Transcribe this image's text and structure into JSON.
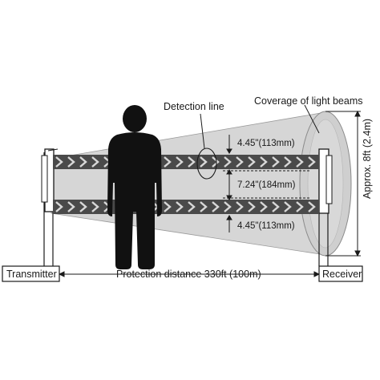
{
  "labels": {
    "detection_line": "Detection line",
    "coverage": "Coverage of light beams",
    "gap_top": "4.45\"(113mm)",
    "gap_middle": "7.24\"(184mm)",
    "gap_bottom": "4.45\"(113mm)",
    "height": "Approx. 8ft (2.4m)",
    "transmitter": "Transmitter",
    "receiver": "Receiver",
    "distance": "Protection distance 330ft (100m)"
  },
  "colors": {
    "cone": "#d4d4d4",
    "beam": "#4a4a4a",
    "chevron": "#d8d8d8",
    "figure": "#111111",
    "line": "#1a1a1a"
  }
}
